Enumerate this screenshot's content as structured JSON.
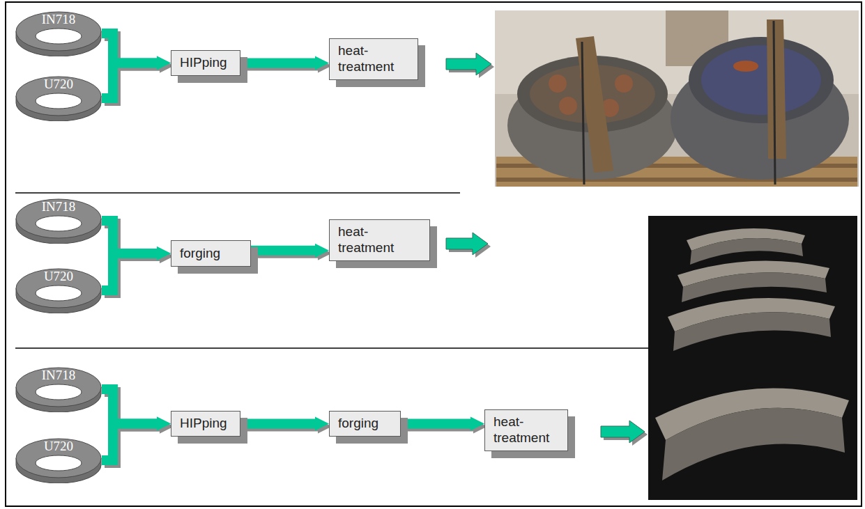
{
  "diagram": {
    "nodes": [
      {
        "text": [
          "IN718"
        ]
      },
      {
        "text": [
          "U720"
        ]
      },
      {
        "text": [
          "HIPping"
        ]
      },
      {
        "text": [
          "heat- treatment"
        ]
      },
      {
        "text": [
          "IN718"
        ]
      },
      {
        "text": [
          "U720"
        ]
      },
      {
        "text": [
          "forging"
        ]
      },
      {
        "text": [
          "heat- treatment"
        ]
      },
      {
        "text": [
          "IN718"
        ]
      },
      {
        "text": [
          "U720"
        ]
      },
      {
        "text": [
          "HIPping"
        ]
      },
      {
        "text": [
          "forging"
        ]
      },
      {
        "text": [
          "heat- treatment"
        ]
      }
    ],
    "edges": [
      {
        "from": 0,
        "to": 2,
        "arrow": "to"
      },
      {
        "from": 1,
        "to": 2,
        "arrow": "to"
      },
      {
        "from": 2,
        "to": 3,
        "arrow": "to"
      },
      {
        "from": 4,
        "to": 6,
        "arrow": "to"
      },
      {
        "from": 5,
        "to": 6,
        "arrow": "to"
      },
      {
        "from": 6,
        "to": 7,
        "arrow": "to"
      },
      {
        "from": 8,
        "to": 10,
        "arrow": "to"
      },
      {
        "from": 9,
        "to": 10,
        "arrow": "to"
      },
      {
        "from": 10,
        "to": 11,
        "arrow": "to"
      },
      {
        "from": 11,
        "to": 12,
        "arrow": "to"
      }
    ]
  }
}
